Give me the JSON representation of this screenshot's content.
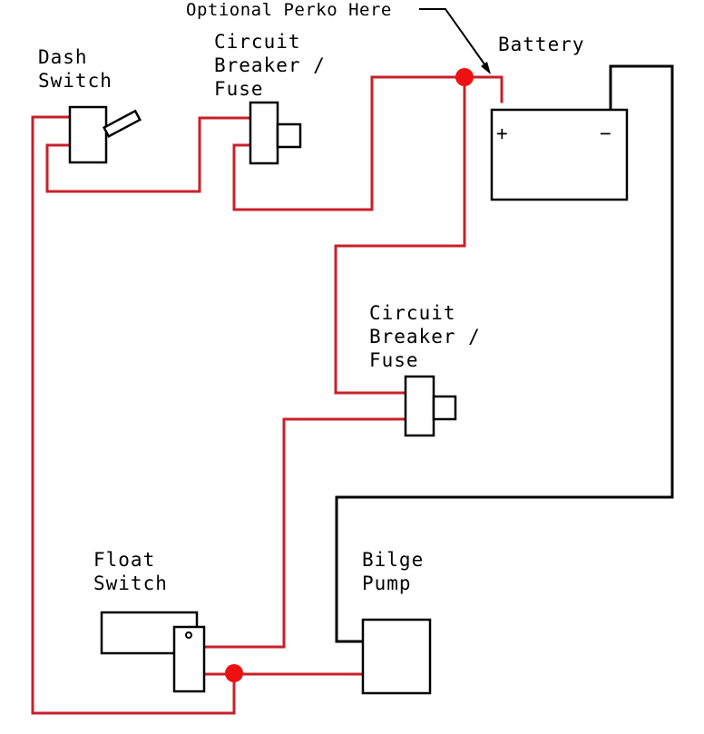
{
  "colors": {
    "positive_wire": "#c8202a",
    "ground_wire": "#000000",
    "junction": "#ee1111"
  },
  "labels": {
    "perko_note": "Optional Perko Here",
    "battery": "Battery",
    "battery_positive": "+",
    "battery_negative": "−",
    "dash_switch": [
      "Dash",
      "Switch"
    ],
    "breaker_top": [
      "Circuit",
      "Breaker /",
      "Fuse"
    ],
    "breaker_mid": [
      "Circuit",
      "Breaker /",
      "Fuse"
    ],
    "float_switch": [
      "Float",
      "Switch"
    ],
    "bilge_pump": [
      "Bilge",
      "Pump"
    ]
  },
  "components": [
    {
      "id": "battery",
      "name": "Battery"
    },
    {
      "id": "perko-junction",
      "name": "Optional Perko junction"
    },
    {
      "id": "breaker-top",
      "name": "Circuit Breaker / Fuse (dash switch circuit)"
    },
    {
      "id": "dash-switch",
      "name": "Dash Switch"
    },
    {
      "id": "breaker-mid",
      "name": "Circuit Breaker / Fuse (float switch circuit)"
    },
    {
      "id": "float-switch",
      "name": "Float Switch"
    },
    {
      "id": "pump-junction",
      "name": "Pump feed junction"
    },
    {
      "id": "bilge-pump",
      "name": "Bilge Pump"
    }
  ],
  "connections": [
    {
      "from": "battery +",
      "to": "perko-junction",
      "wire": "positive"
    },
    {
      "from": "perko-junction",
      "to": "breaker-top",
      "wire": "positive"
    },
    {
      "from": "breaker-top",
      "to": "dash-switch",
      "wire": "positive"
    },
    {
      "from": "dash-switch",
      "to": "pump-junction",
      "wire": "positive"
    },
    {
      "from": "perko-junction",
      "to": "breaker-mid",
      "wire": "positive"
    },
    {
      "from": "breaker-mid",
      "to": "float-switch",
      "wire": "positive"
    },
    {
      "from": "float-switch",
      "to": "pump-junction",
      "wire": "positive"
    },
    {
      "from": "pump-junction",
      "to": "bilge-pump",
      "wire": "positive"
    },
    {
      "from": "bilge-pump",
      "to": "battery −",
      "wire": "ground"
    }
  ]
}
